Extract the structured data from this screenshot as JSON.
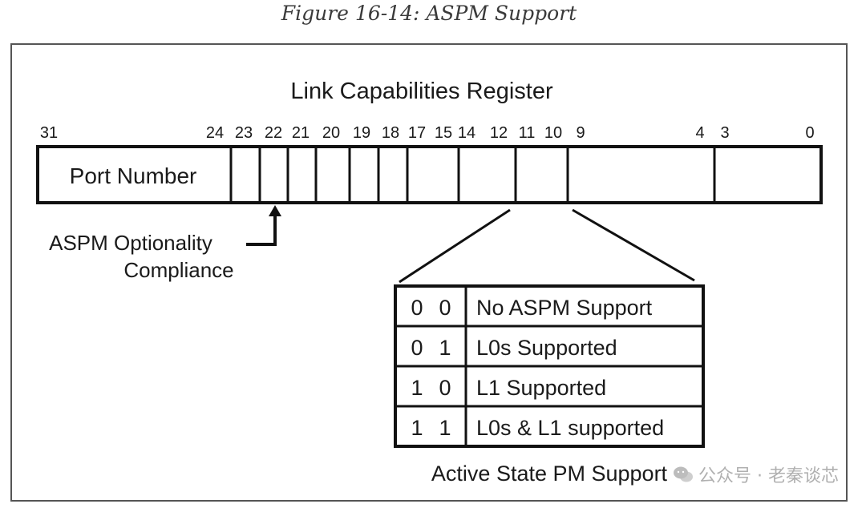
{
  "figure_caption": "Figure 16-14: ASPM Support",
  "register": {
    "title": "Link Capabilities Register",
    "bit_labels": [
      "31",
      "24",
      "23",
      "22",
      "21",
      "20",
      "19",
      "18",
      "17",
      "15",
      "14",
      "12",
      "11",
      "10",
      "9",
      "4",
      "3",
      "0"
    ],
    "port_number_label": "Port Number"
  },
  "aspm_callout": {
    "line1": "ASPM Optionality",
    "line2": "Compliance"
  },
  "pm_table": {
    "caption": "Active State PM Support",
    "rows": [
      {
        "bits": [
          "0",
          "0"
        ],
        "meaning": "No ASPM Support"
      },
      {
        "bits": [
          "0",
          "1"
        ],
        "meaning": "L0s Supported"
      },
      {
        "bits": [
          "1",
          "0"
        ],
        "meaning": "L1 Supported"
      },
      {
        "bits": [
          "1",
          "1"
        ],
        "meaning": "L0s & L1 supported"
      }
    ]
  },
  "watermark": {
    "text": "公众号 · 老秦谈芯",
    "icon": "wechat-icon"
  }
}
